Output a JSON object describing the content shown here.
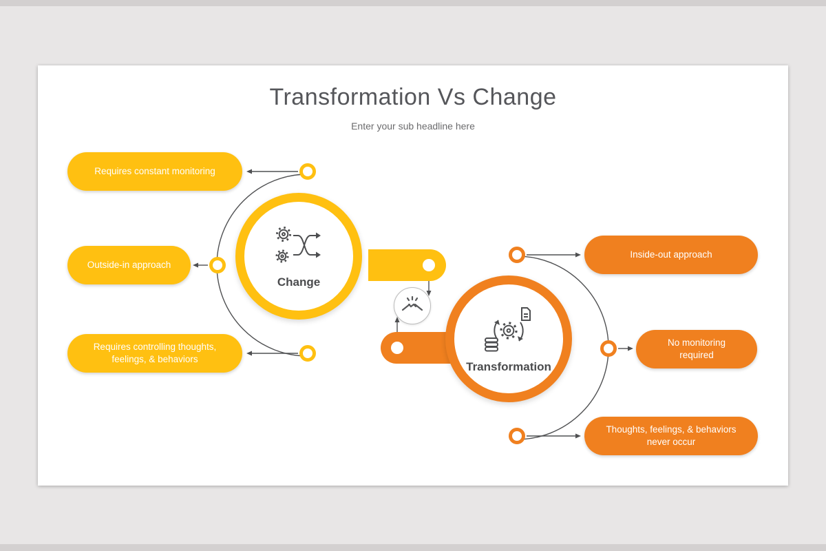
{
  "colors": {
    "yellow": "#FFC011",
    "orange": "#F0801F"
  },
  "header": {
    "title": "Transformation Vs Change",
    "subtitle": "Enter your sub headline here"
  },
  "change": {
    "label": "Change",
    "icon": "gears-shuffle-icon",
    "items": [
      {
        "label": "Requires constant monitoring"
      },
      {
        "label": "Outside-in approach"
      },
      {
        "label": "Requires controlling thoughts, feelings, & behaviors"
      }
    ]
  },
  "transformation": {
    "label": "Transformation",
    "icon": "gear-cycle-document-icon",
    "items": [
      {
        "label": "Inside-out approach"
      },
      {
        "label": "No monitoring required"
      },
      {
        "label": "Thoughts, feelings, & behaviors never occur"
      }
    ]
  },
  "center": {
    "icon": "handshake-icon"
  }
}
